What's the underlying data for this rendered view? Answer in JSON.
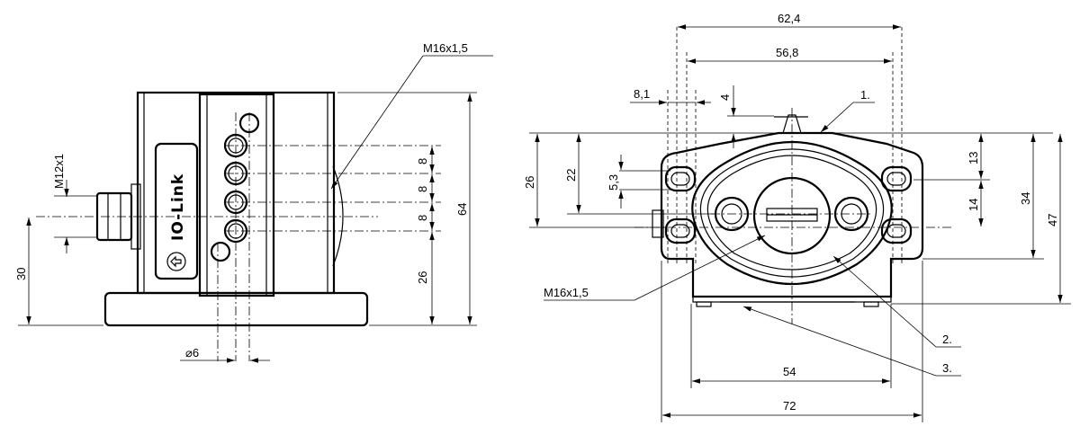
{
  "drawing": {
    "callouts": {
      "thread_top": "M16x1,5",
      "thread_front": "M16x1,5",
      "connector": "M12x1",
      "hole": "⌀6",
      "item1": "1.",
      "item2": "2.",
      "item3": "3."
    },
    "logo": "IO-Link",
    "side_view_dimensions": {
      "height_64": "64",
      "height_30": "30",
      "pitch_1": "8",
      "pitch_2": "8",
      "pitch_3": "8",
      "height_26": "26"
    },
    "front_view_dimensions": {
      "width_62_4": "62,4",
      "width_56_8": "56,8",
      "width_8_1": "8,1",
      "offset_4": "4",
      "height_26": "26",
      "height_22": "22",
      "height_5_3": "5,3",
      "height_13": "13",
      "height_14": "14",
      "height_34": "34",
      "height_47": "47",
      "width_54": "54",
      "width_72": "72"
    }
  }
}
